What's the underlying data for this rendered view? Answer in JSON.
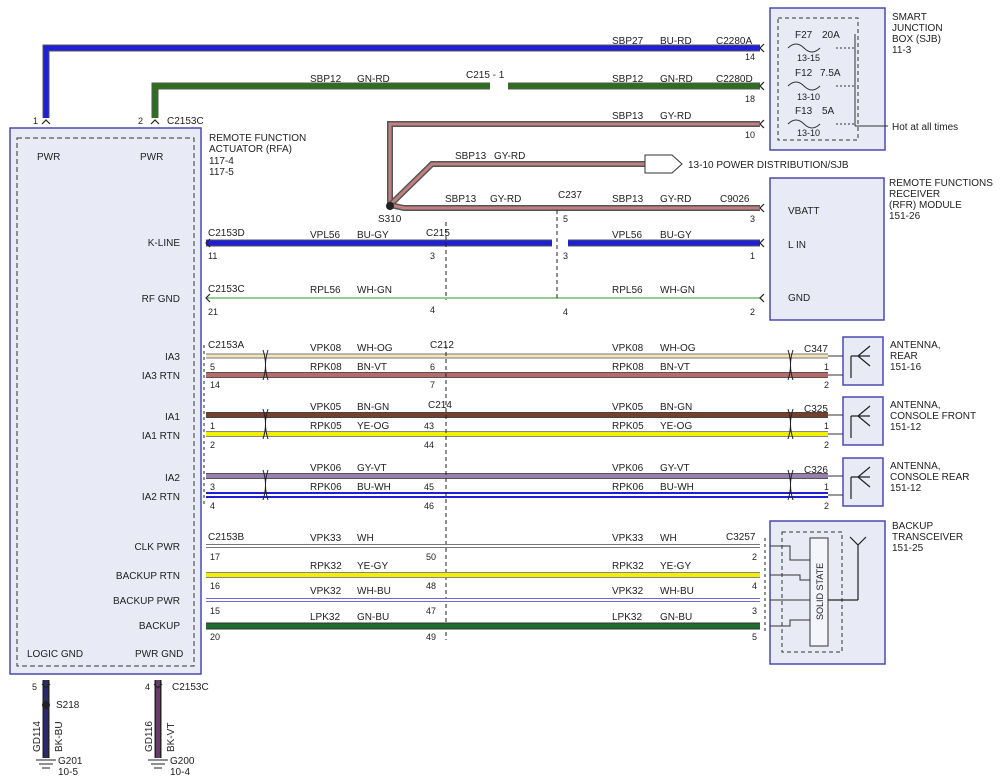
{
  "colors": {
    "blue": "#1f1fd6",
    "green": "#2f6e1f",
    "gray_red": "#9a5a5a",
    "white": "#ffffff",
    "wire_outline": "#555555",
    "yellow": "#e8e800",
    "brown": "#7a3f2a",
    "violet": "#7a5a9a",
    "box_border": "#4a4ab0",
    "box_fill": "#e8eaf6",
    "light_green": "#8fcf8f",
    "orange": "#e8a45a",
    "red": "#c0504d"
  },
  "rfa": {
    "title": "REMOTE FUNCTION\nACTUATOR (RFA)",
    "refs": [
      "117-4",
      "117-5"
    ],
    "pins": {
      "pwr1": "PWR",
      "pwr2": "PWR",
      "kline": "K-LINE",
      "rfgnd": "RF GND",
      "ia3": "IA3",
      "ia3rtn": "IA3 RTN",
      "ia1": "IA1",
      "ia1rtn": "IA1 RTN",
      "ia2": "IA2",
      "ia2rtn": "IA2 RTN",
      "clkpwr": "CLK PWR",
      "backuprtn": "BACKUP RTN",
      "backuppwr": "BACKUP PWR",
      "backup": "BACKUP",
      "logicgnd": "LOGIC GND",
      "pwrgnd": "PWR GND"
    }
  },
  "sjb": {
    "title": "SMART\nJUNCTION\nBOX (SJB)",
    "ref": "11-3",
    "fuses": [
      {
        "name": "F27",
        "rating": "20A",
        "ref": "13-15"
      },
      {
        "name": "F12",
        "rating": "7.5A",
        "ref": "13-10"
      },
      {
        "name": "F13",
        "rating": "5A",
        "ref": "13-10"
      }
    ],
    "hot": "Hot at all times"
  },
  "rfr": {
    "title": "REMOTE FUNCTIONS\nRECEIVER\n(RFR) MODULE",
    "ref": "151-26",
    "pins": {
      "vbatt": "VBATT",
      "lin": "L IN",
      "gnd": "GND"
    }
  },
  "antennas": [
    {
      "title": "ANTENNA,\nREAR",
      "ref": "151-16"
    },
    {
      "title": "ANTENNA,\nCONSOLE FRONT",
      "ref": "151-12"
    },
    {
      "title": "ANTENNA,\nCONSOLE REAR",
      "ref": "151-12"
    }
  ],
  "backup": {
    "title": "BACKUP\nTRANSCEIVER",
    "ref": "151-25",
    "solid": "SOLID STATE"
  },
  "pd": {
    "text": "13-10  POWER DISTRIBUTION/SJB"
  },
  "wires": {
    "sbp27": "SBP27",
    "burd": "BU-RD",
    "sbp12": "SBP12",
    "gnrd": "GN-RD",
    "sbp13": "SBP13",
    "gyrd": "GY-RD",
    "vpl56": "VPL56",
    "bugy": "BU-GY",
    "rpl56": "RPL56",
    "whgn": "WH-GN",
    "vpk08": "VPK08",
    "whog": "WH-OG",
    "rpk08": "RPK08",
    "bnvt": "BN-VT",
    "vpk05": "VPK05",
    "bngn": "BN-GN",
    "rpk05": "RPK05",
    "yeog": "YE-OG",
    "vpk06": "VPK06",
    "gyvt": "GY-VT",
    "rpk06": "RPK06",
    "buwh": "BU-WH",
    "vpk33": "VPK33",
    "wh": "WH",
    "rpk32": "RPK32",
    "yegy": "YE-GY",
    "vpk32": "VPK32",
    "whbu": "WH-BU",
    "lpk32": "LPK32",
    "gnbu": "GN-BU",
    "gd114": "GD114",
    "bkbu": "BK-BU",
    "gd116": "GD116",
    "bkvt": "BK-VT"
  },
  "connectors": {
    "c2280a": "C2280A",
    "c2280d": "C2280D",
    "c215_1": "C215 - 1",
    "c2153c": "C2153C",
    "c2153d": "C2153D",
    "c215": "C215",
    "c237": "C237",
    "c9026": "C9026",
    "s310": "S310",
    "c2153a": "C2153A",
    "c212": "C212",
    "c347": "C347",
    "c214": "C214",
    "c325": "C325",
    "c326": "C326",
    "c2153b": "C2153B",
    "c3257": "C3257",
    "s218": "S218",
    "g201": "G201",
    "g201ref": "10-5",
    "g200": "G200",
    "g200ref": "10-4"
  },
  "pins": {
    "p1": "1",
    "p2": "2",
    "p3": "3",
    "p4": "4",
    "p5": "5",
    "p6": "6",
    "p7": "7",
    "p10": "10",
    "p11": "11",
    "p14": "14",
    "p15": "15",
    "p16": "16",
    "p17": "17",
    "p18": "18",
    "p20": "20",
    "p21": "21",
    "p43": "43",
    "p44": "44",
    "p45": "45",
    "p46": "46",
    "p47": "47",
    "p48": "48",
    "p49": "49",
    "p50": "50"
  }
}
